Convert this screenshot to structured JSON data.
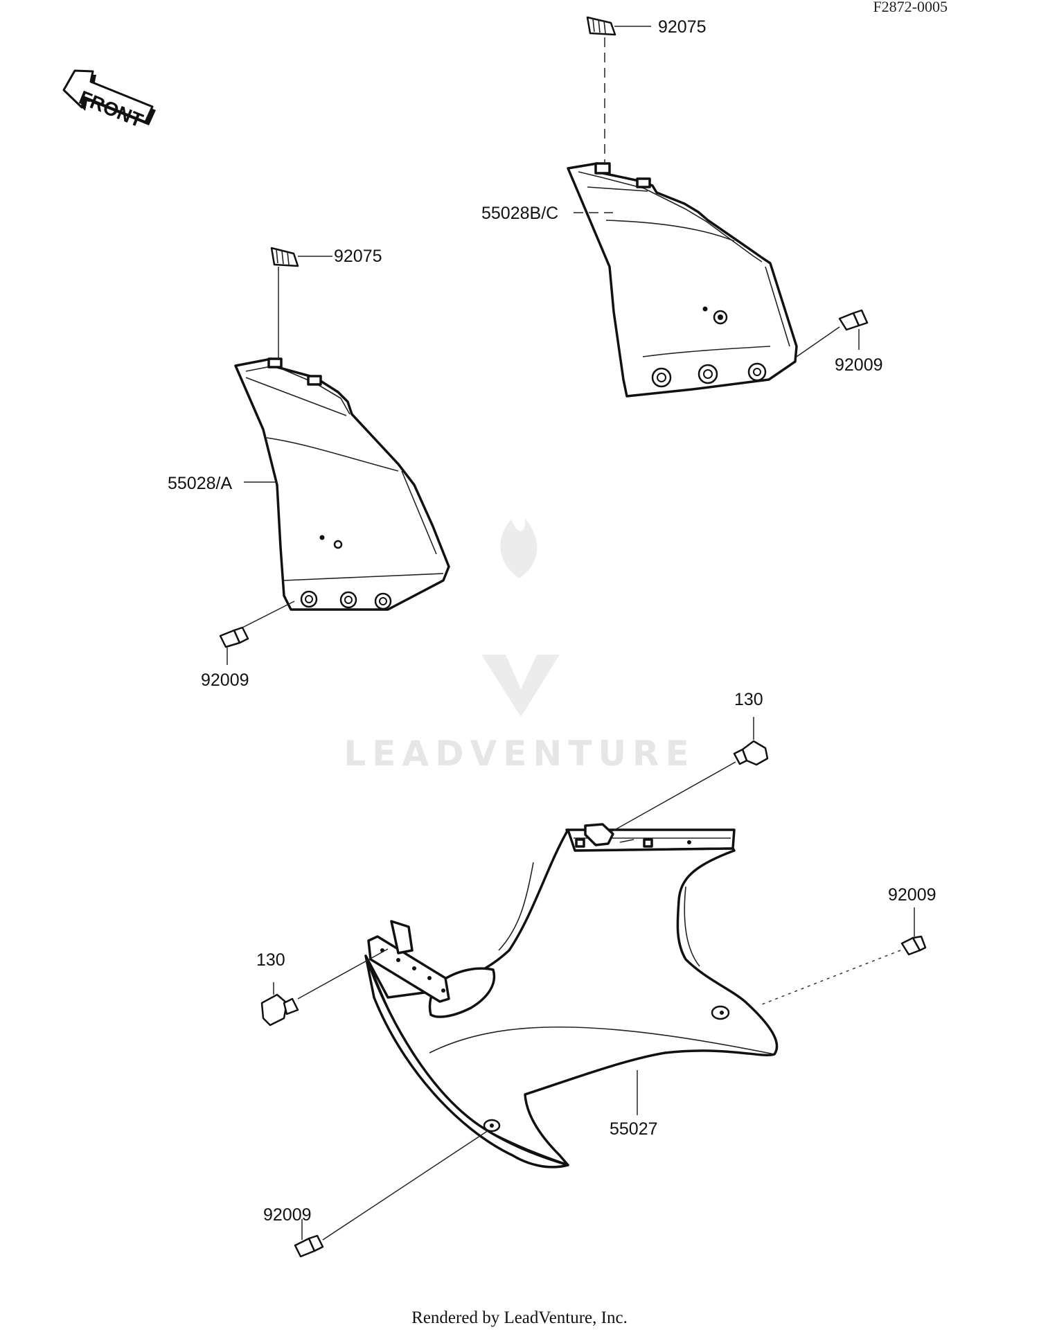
{
  "document": {
    "code": "F2872-0005",
    "credit": "Rendered by LeadVenture, Inc."
  },
  "orientation": {
    "arrow_label": "FRONT"
  },
  "watermark": {
    "text": "LEADVENTURE"
  },
  "parts": {
    "grommet_upper_right": "92075",
    "grommet_upper_left": "92075",
    "cover_right": "55028B/C",
    "cover_left": "55028/A",
    "bolt_right_cover": "92009",
    "bolt_left_cover": "92009",
    "bolt_130_top": "130",
    "bolt_130_left": "130",
    "bolt_right_lower": "92009",
    "lower_cowl": "55027",
    "bolt_bottom": "92009"
  }
}
